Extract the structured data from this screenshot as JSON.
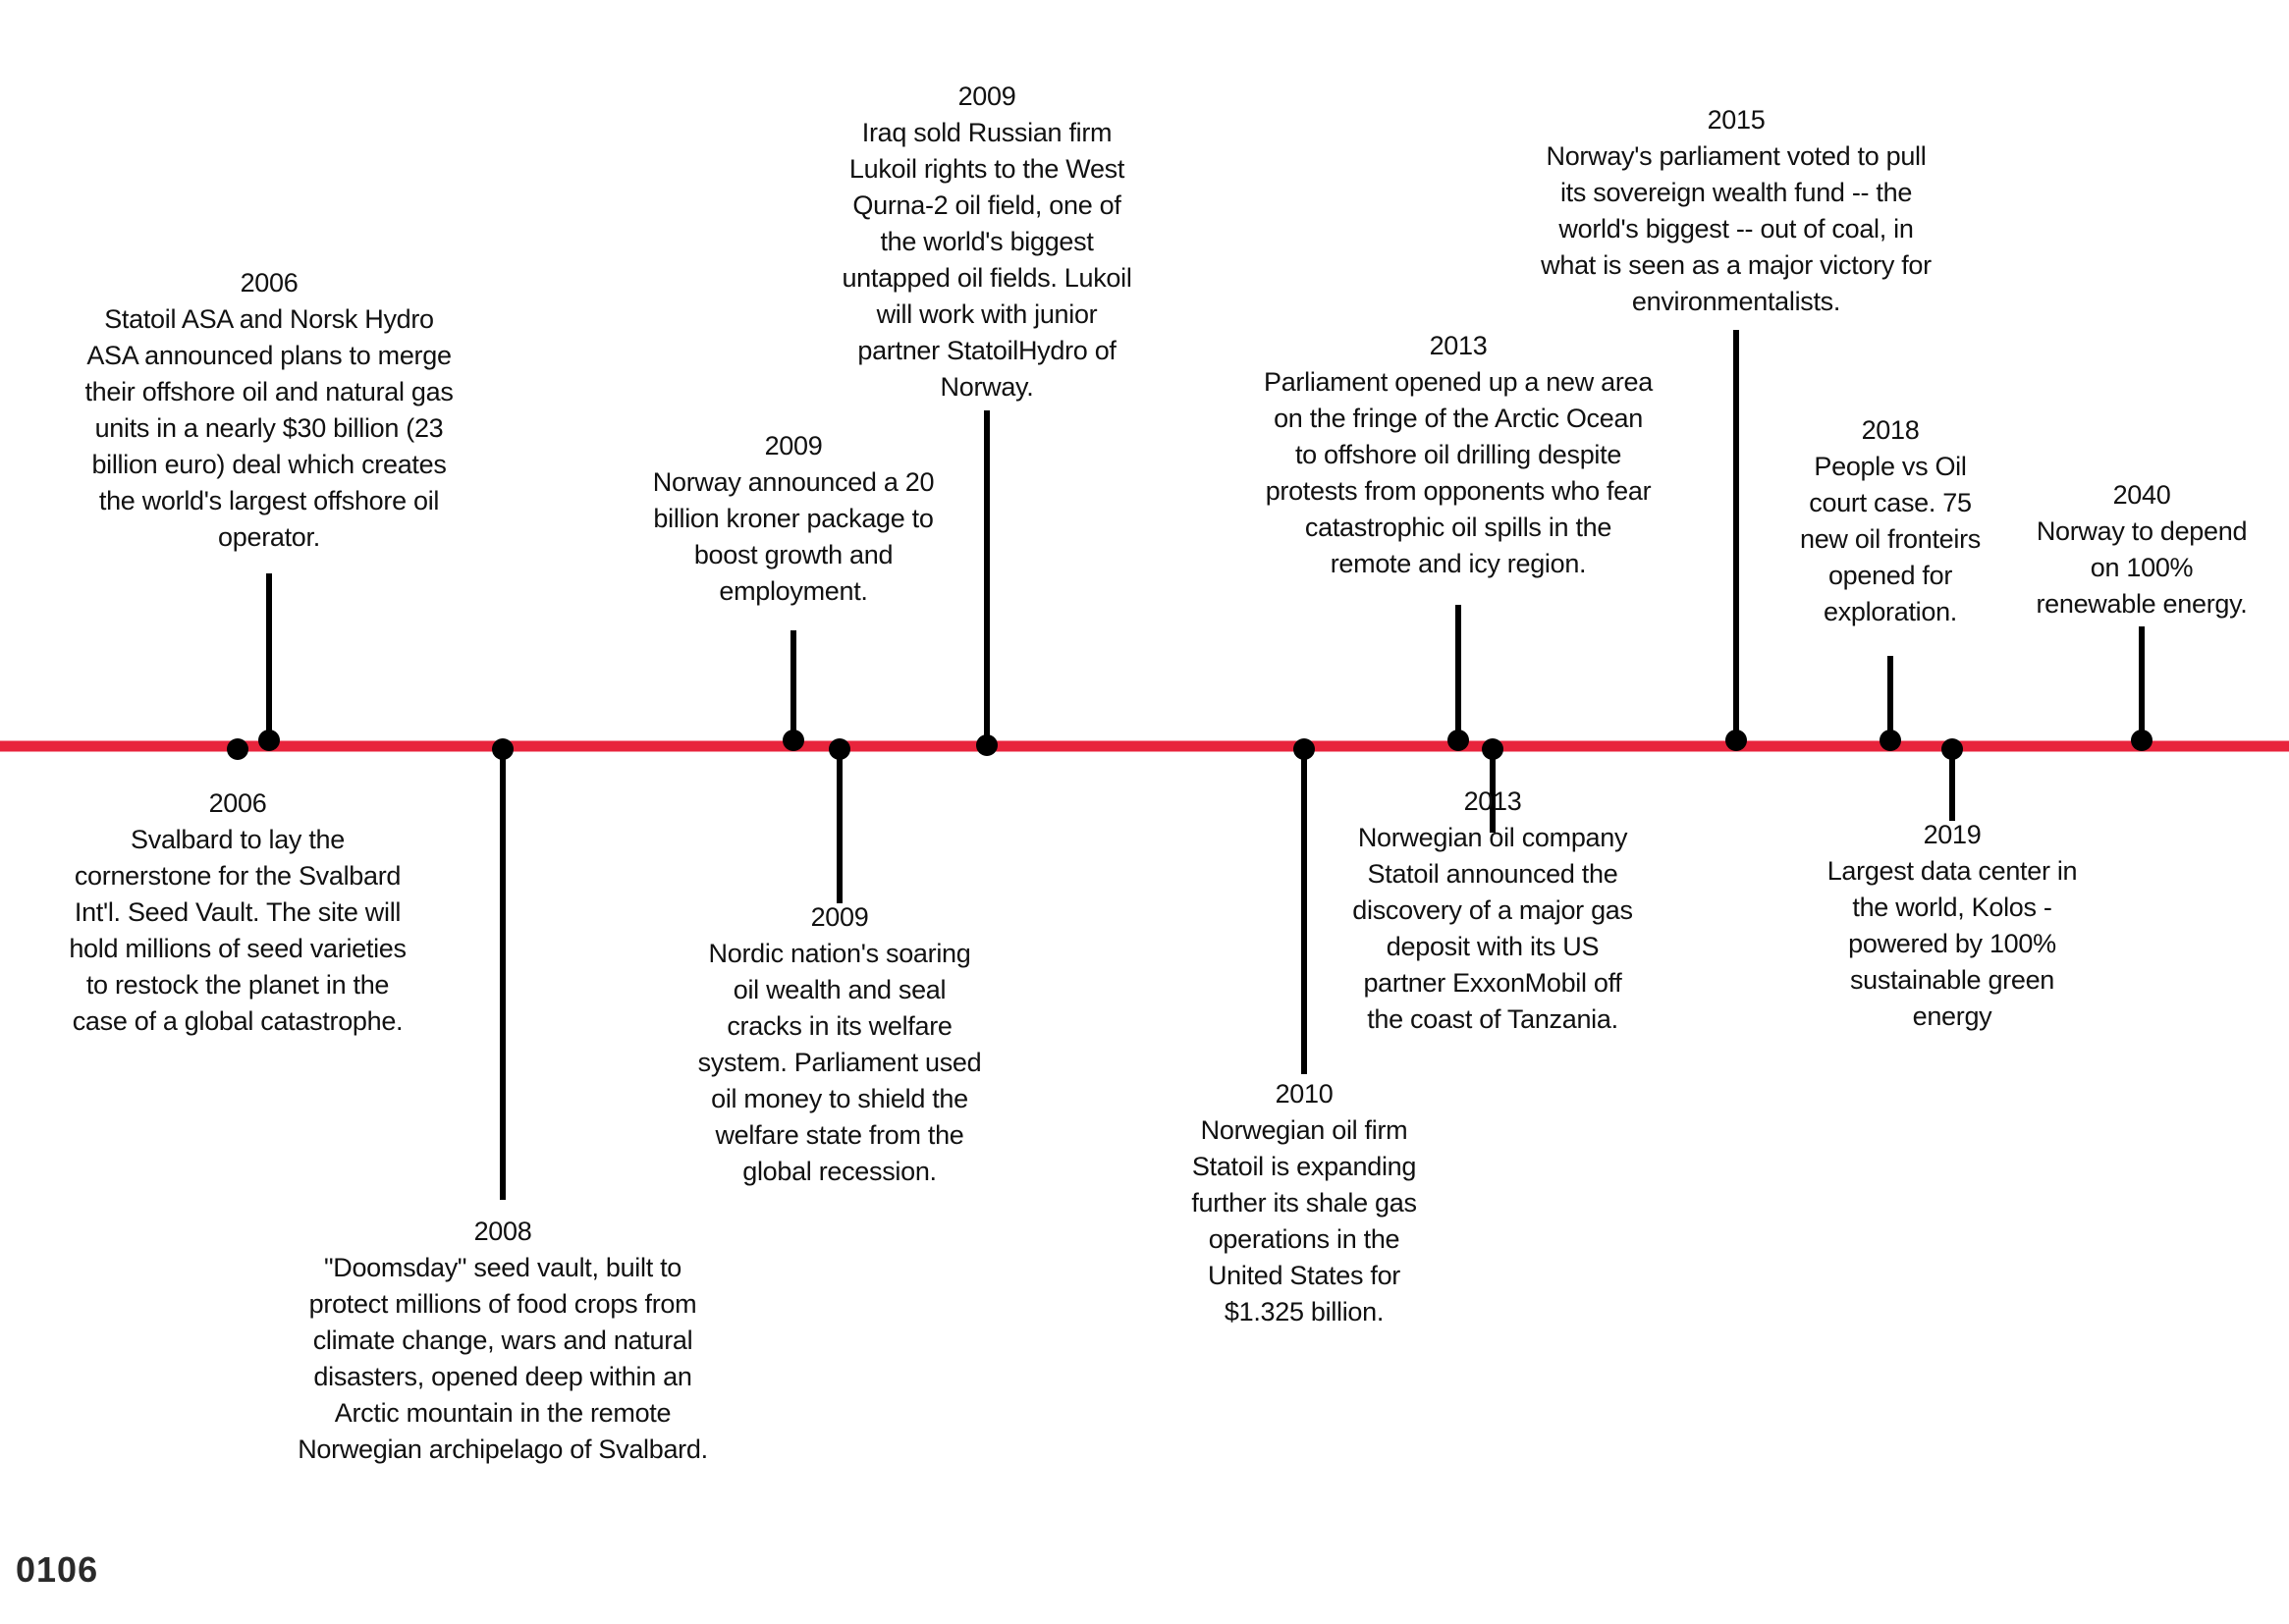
{
  "colors": {
    "axis": "#e8243c",
    "stem": "#000000",
    "text": "#111111"
  },
  "events": [
    {
      "id": "event-2006-merger",
      "year": "2006",
      "text": "Statoil ASA and Norsk Hydro ASA announced plans to merge their offshore oil and natural gas units in a nearly $30 billion (23 billion euro) deal which creates the world's largest offshore oil operator.",
      "side": "above"
    },
    {
      "id": "event-2006-svalbard",
      "year": "2006",
      "text": "Svalbard to lay the cornerstone for the Svalbard Int'l. Seed Vault. The site will hold millions of seed varieties to restock the planet in the case of a global catastrophe.",
      "side": "below"
    },
    {
      "id": "event-2008-seed-vault",
      "year": "2008",
      "text": "\"Doomsday\" seed vault, built to protect millions of food crops from climate change, wars and natural disasters, opened deep within an Arctic mountain in the remote Norwegian archipelago of Svalbard.",
      "side": "below"
    },
    {
      "id": "event-2009-kroner",
      "year": "2009",
      "text": "Norway announced a 20 billion kroner package to boost growth and employment.",
      "side": "above"
    },
    {
      "id": "event-2009-welfare",
      "year": "2009",
      "text": "Nordic nation's soaring oil wealth and seal cracks in its welfare system. Parliament used oil money to shield the welfare state from the global recession.",
      "side": "below"
    },
    {
      "id": "event-2009-lukoil",
      "year": "2009",
      "text": "Iraq sold Russian firm Lukoil rights to the West Qurna-2 oil field, one of the world's biggest untapped oil fields. Lukoil will work with junior partner StatoilHydro of Norway.",
      "side": "above"
    },
    {
      "id": "event-2010-shale",
      "year": "2010",
      "text": "Norwegian oil firm Statoil is expanding further its shale gas operations in the United States for $1.325 billion.",
      "side": "below"
    },
    {
      "id": "event-2013-arctic",
      "year": "2013",
      "text": "Parliament opened up a new area on the fringe of the Arctic Ocean to offshore oil drilling despite protests from opponents who fear catastrophic oil spills in the remote and icy region.",
      "side": "above"
    },
    {
      "id": "event-2013-tanzania",
      "year": "2013",
      "text": "Norwegian oil company Statoil announced the discovery of a major gas deposit with its US partner ExxonMobil off the coast of Tanzania.",
      "side": "below"
    },
    {
      "id": "event-2015-coal",
      "year": "2015",
      "text": "Norway's parliament voted to pull its sovereign wealth fund -- the world's biggest -- out of coal, in what is seen as a major victory for environmentalists.",
      "side": "above"
    },
    {
      "id": "event-2018-court",
      "year": "2018",
      "text": "People vs Oil court case. 75 new oil fronteirs opened for exploration.",
      "side": "above"
    },
    {
      "id": "event-2019-kolos",
      "year": "2019",
      "text": "Largest data center in the world, Kolos - powered by 100% sustainable green energy",
      "side": "below"
    },
    {
      "id": "event-2040-renewable",
      "year": "2040",
      "text": "Norway to depend on 100% renewable energy.",
      "side": "above"
    }
  ],
  "page_number": "0106"
}
